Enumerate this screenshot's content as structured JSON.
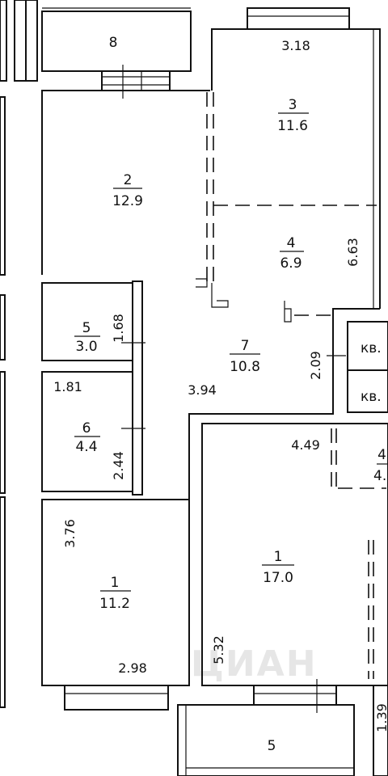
{
  "rooms": {
    "balcony_top": {
      "number": "8"
    },
    "room2": {
      "number": "2",
      "area": "12.9"
    },
    "room3": {
      "number": "3",
      "area": "11.6"
    },
    "room4": {
      "number": "4",
      "area": "6.9"
    },
    "room5": {
      "number": "5",
      "area": "3.0"
    },
    "room6": {
      "number": "6",
      "area": "4.4"
    },
    "room7": {
      "number": "7",
      "area": "10.8"
    },
    "room1_left": {
      "number": "1",
      "area": "11.2"
    },
    "room1_right": {
      "number": "1",
      "area": "17.0"
    },
    "room4_right_partial": {
      "number": "4",
      "area": "4."
    },
    "balcony_bottom": {
      "number": "5"
    }
  },
  "dimensions": {
    "d318": "3.18",
    "d663": "6.63",
    "d168": "1.68",
    "d181": "1.81",
    "d244": "2.44",
    "d394": "3.94",
    "d209": "2.09",
    "d376": "3.76",
    "d298": "2.98",
    "d449": "4.49",
    "d532": "5.32",
    "d139": "1.39"
  },
  "apartment_labels": {
    "kv1": "кв.",
    "kv2": "кв."
  }
}
